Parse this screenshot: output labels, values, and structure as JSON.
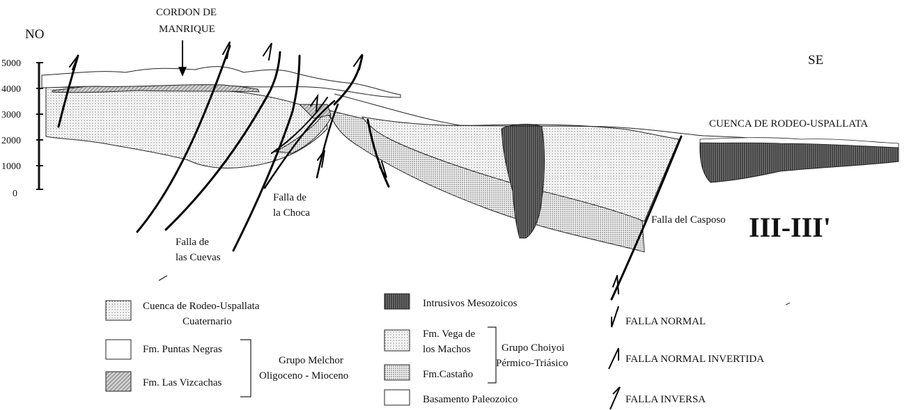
{
  "orientation": {
    "left": "NO",
    "right": "SE"
  },
  "scale": {
    "ticks": [
      "5000",
      "4000",
      "3000",
      "2000",
      "1000",
      "0"
    ]
  },
  "section_title": "III-III'",
  "places": {
    "cordon_line1": "CORDON DE",
    "cordon_line2": "MANRIQUE",
    "basin": "CUENCA DE RODEO-USPALLATA"
  },
  "faults": {
    "cuevas_line1": "Falla de",
    "cuevas_line2": "las Cuevas",
    "choca_line1": "Falla de",
    "choca_line2": "la Choca",
    "casposo": "Falla del Casposo"
  },
  "legend": {
    "rodeo_line1": "Cuenca de Rodeo-Uspallata",
    "rodeo_line2": "Cuaternario",
    "puntas_negras": "Fm. Puntas Negras",
    "vizcachas": "Fm. Las Vizcachas",
    "melchor_line1": "Grupo Melchor",
    "melchor_line2": "Oligoceno - Mioceno",
    "intrusivos": "Intrusivos Mesozoicos",
    "vega_line1": "Fm. Vega de",
    "vega_line2": "los Machos",
    "castano": "Fm.Castaño",
    "basamento": "Basamento Paleozoico",
    "choiyoi_line1": "Grupo Choiyoi",
    "choiyoi_line2": "Pérmico-Triásico",
    "normal": "FALLA NORMAL",
    "normal_invertida": "FALLA NORMAL INVERTIDA",
    "inversa": "FALLA INVERSA"
  }
}
